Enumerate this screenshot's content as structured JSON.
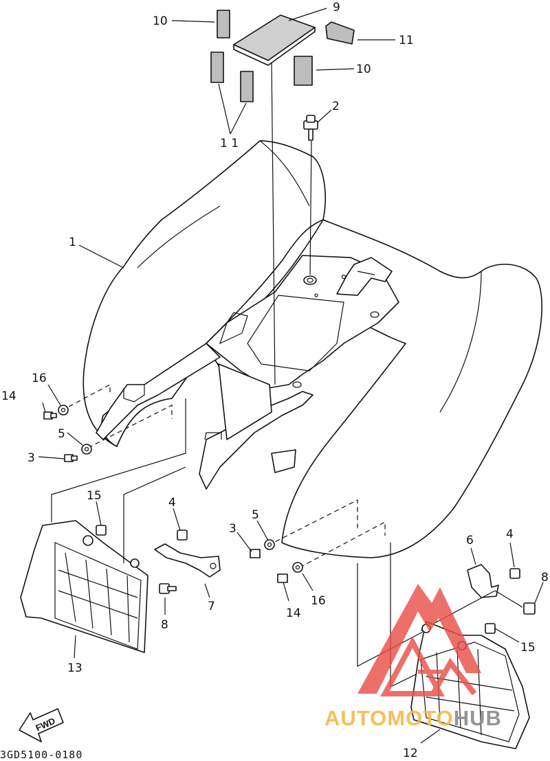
{
  "diagram": {
    "part_code": "3GD5100-0180",
    "fwd_label": "FWD",
    "callouts": [
      {
        "id": "c1",
        "label": "1"
      },
      {
        "id": "c2",
        "label": "2"
      },
      {
        "id": "c3a",
        "label": "3"
      },
      {
        "id": "c3b",
        "label": "3"
      },
      {
        "id": "c4a",
        "label": "4"
      },
      {
        "id": "c4b",
        "label": "4"
      },
      {
        "id": "c5a",
        "label": "5"
      },
      {
        "id": "c5b",
        "label": "5"
      },
      {
        "id": "c6",
        "label": "6"
      },
      {
        "id": "c7",
        "label": "7"
      },
      {
        "id": "c8a",
        "label": "8"
      },
      {
        "id": "c8b",
        "label": "8"
      },
      {
        "id": "c9",
        "label": "9"
      },
      {
        "id": "c10a",
        "label": "10"
      },
      {
        "id": "c10b",
        "label": "10"
      },
      {
        "id": "c11a",
        "label": "11"
      },
      {
        "id": "c11b",
        "label": "1 1"
      },
      {
        "id": "c12",
        "label": "12"
      },
      {
        "id": "c13",
        "label": "13"
      },
      {
        "id": "c14a",
        "label": "14"
      },
      {
        "id": "c14b",
        "label": "14"
      },
      {
        "id": "c15a",
        "label": "15"
      },
      {
        "id": "c15b",
        "label": "15"
      },
      {
        "id": "c16a",
        "label": "16"
      },
      {
        "id": "c16b",
        "label": "16"
      }
    ]
  },
  "watermark": {
    "brand_text": "AUTOMOTOHUB",
    "colors": {
      "logo": "#e8504a",
      "auto": "#f5b94a",
      "hub": "#8a8a8a"
    }
  }
}
